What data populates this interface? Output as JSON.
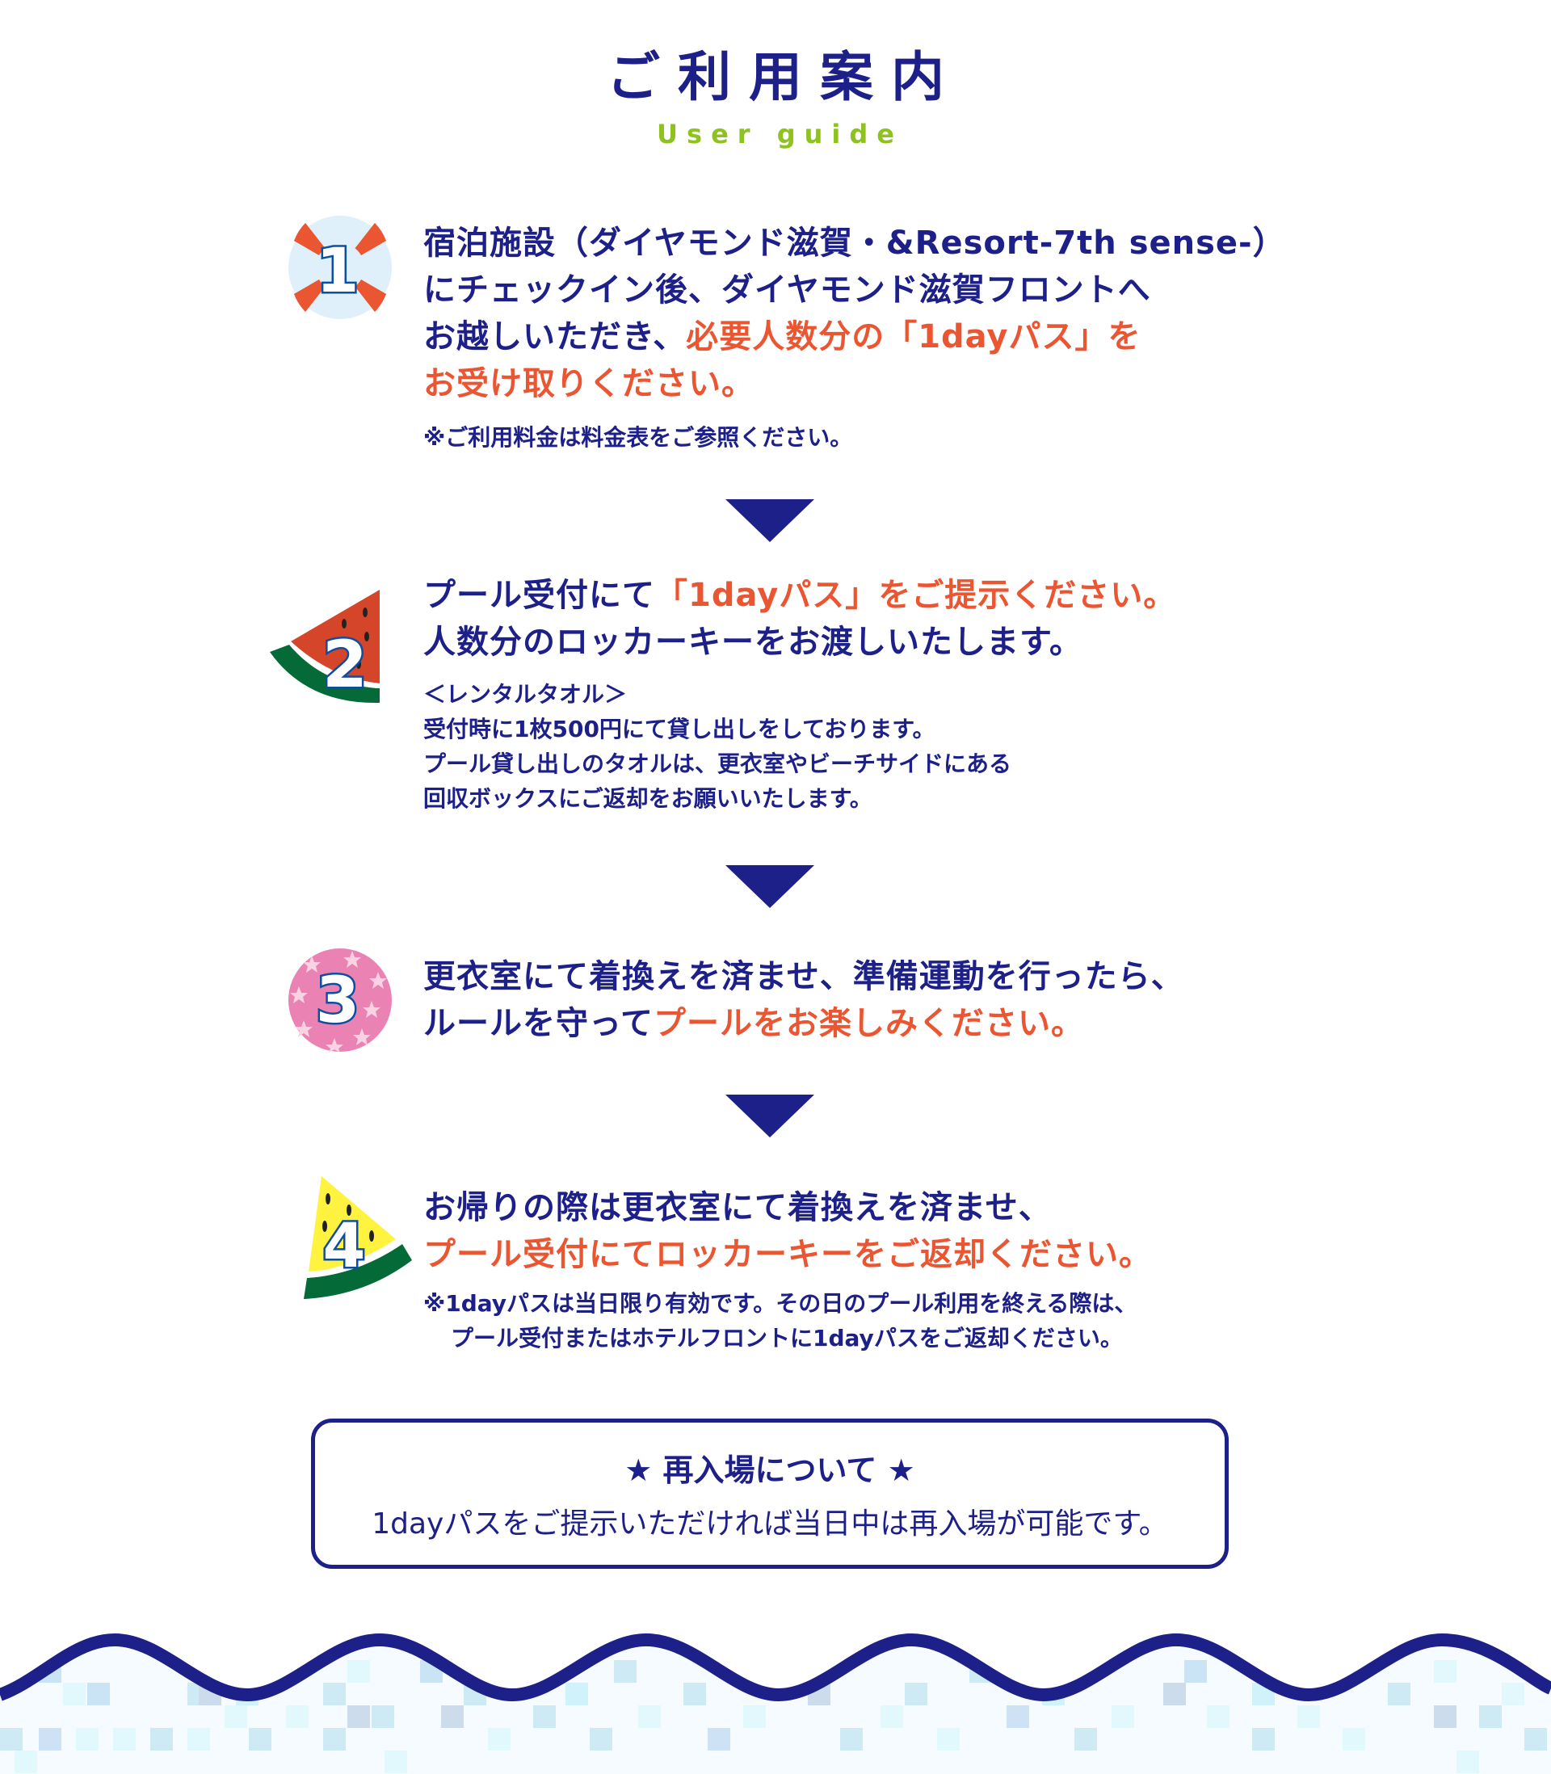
{
  "header": {
    "title": "ご利用案内",
    "subtitle": "User guide"
  },
  "colors": {
    "navy": "#1d2088",
    "accent_orange": "#ea5532",
    "subtitle_green": "#8dc21f",
    "lifebuoy_light": "#dff0fa",
    "pink": "#ea83b3",
    "watermelon_red": "#d5452a",
    "watermelon_green": "#046a38",
    "yellow": "#fff33f"
  },
  "steps": [
    {
      "number": "1",
      "icon": "lifebuoy-icon",
      "lines": [
        {
          "parts": [
            {
              "text": "宿泊施設（ダイヤモンド滋賀・&Resort-7th  sense-）",
              "accent": false
            }
          ]
        },
        {
          "parts": [
            {
              "text": "にチェックイン後、ダイヤモンド滋賀フロントへ",
              "accent": false
            }
          ]
        },
        {
          "parts": [
            {
              "text": "お越しいただき、",
              "accent": false
            },
            {
              "text": "必要人数分の「1dayパス」を",
              "accent": true
            }
          ]
        },
        {
          "parts": [
            {
              "text": "お受け取りください。",
              "accent": true
            }
          ]
        }
      ],
      "notes": [
        "※ご利用料金は料金表をご参照ください。"
      ]
    },
    {
      "number": "2",
      "icon": "watermelon-red-icon",
      "lines": [
        {
          "parts": [
            {
              "text": "プール受付にて",
              "accent": false
            },
            {
              "text": "「1dayパス」",
              "accent": true
            },
            {
              "text": "をご提示ください。",
              "accent": true
            }
          ]
        },
        {
          "parts": [
            {
              "text": "人数分のロッカーキーをお渡しいたします。",
              "accent": false
            }
          ]
        }
      ],
      "notes": [
        "＜レンタルタオル＞",
        "受付時に1枚500円にて貸し出しをしております。",
        "プール貸し出しのタオルは、更衣室やビーチサイドにある",
        "回収ボックスにご返却をお願いいたします。"
      ]
    },
    {
      "number": "3",
      "icon": "star-circle-icon",
      "lines": [
        {
          "parts": [
            {
              "text": "更衣室にて着換えを済ませ、準備運動を行ったら、",
              "accent": false
            }
          ]
        },
        {
          "parts": [
            {
              "text": "ルールを守って",
              "accent": false
            },
            {
              "text": "プールをお楽しみください。",
              "accent": true
            }
          ]
        }
      ],
      "notes": []
    },
    {
      "number": "4",
      "icon": "watermelon-yellow-icon",
      "lines": [
        {
          "parts": [
            {
              "text": "お帰りの際は更衣室にて着換えを済ませ、",
              "accent": false
            }
          ]
        },
        {
          "parts": [
            {
              "text": "プール受付にてロッカーキーをご返却ください。",
              "accent": true
            }
          ]
        }
      ],
      "notes": [
        "※1dayパスは当日限り有効です。その日のプール利用を終える際は、",
        "プール受付またはホテルフロントに1dayパスをご返却ください。"
      ]
    }
  ],
  "reentry": {
    "title": "★ 再入場について ★",
    "body": "1dayパスをご提示いただければ当日中は再入場が可能です。"
  }
}
